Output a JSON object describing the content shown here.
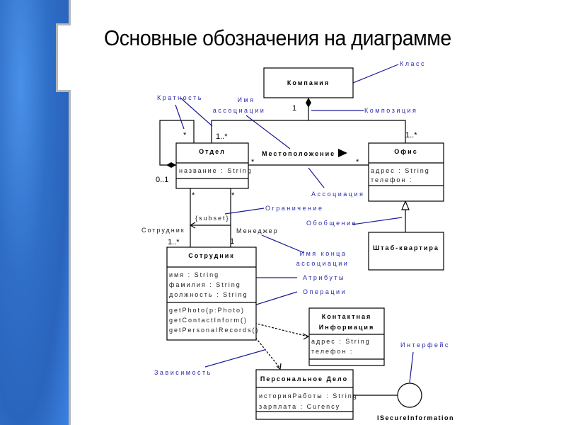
{
  "title": "Основные обозначения на диаграмме",
  "colors": {
    "annotation": "#2a2ab0",
    "side_strip": "#2f6fc8"
  },
  "classes": {
    "company": {
      "name": "Компания"
    },
    "department": {
      "name": "Отдел",
      "attributes": [
        "название : String"
      ]
    },
    "office": {
      "name": "Офис",
      "attributes": [
        "адрес : String",
        "телефон :"
      ]
    },
    "headquarters": {
      "name": "Штаб-квартира"
    },
    "employee": {
      "name": "Сотрудник",
      "attributes": [
        "имя : String",
        "фамилия : String",
        "должность : String"
      ],
      "operations": [
        "getPhoto(p:Photo)",
        "getContactInform()",
        "getPersonalRecords()"
      ]
    },
    "contact": {
      "name1": "Контактная",
      "name2": "Информация",
      "attributes": [
        "адрес : String",
        "телефон :"
      ]
    },
    "record": {
      "name": "Персональное Дело",
      "attributes": [
        "историяРаботы : String",
        "зарплата : Curency"
      ]
    }
  },
  "interface": {
    "name": "ISecureInformation"
  },
  "labels": {
    "association_name": "Местоположение",
    "constraint": "{subset}",
    "role_employee": "Сотрудник",
    "role_manager": "Менеджер",
    "m_company": "1",
    "m_self": "*",
    "m_dept_company": "1..*",
    "m_office_company": "1..*",
    "m_self_zero": "0..1",
    "m_dept_assoc": "*",
    "m_office_assoc": "*",
    "m_dept_bottom_left": "*",
    "m_dept_bottom_right": "*",
    "m_employee": "1..*",
    "m_manager": "1"
  },
  "annotations": {
    "class": "Класс",
    "composition": "Композиция",
    "multiplicity": "Кратность",
    "assoc_name_1": "Имя",
    "assoc_name_2": "ассоциации",
    "association": "Ассоциация",
    "constraint": "Ограничение",
    "generalization": "Обобщение",
    "end_name_1": "Имя конца",
    "end_name_2": "ассоциации",
    "attributes": "Атрибуты",
    "operations": "Операции",
    "dependency": "Зависимость",
    "interface": "Интерфейс"
  }
}
